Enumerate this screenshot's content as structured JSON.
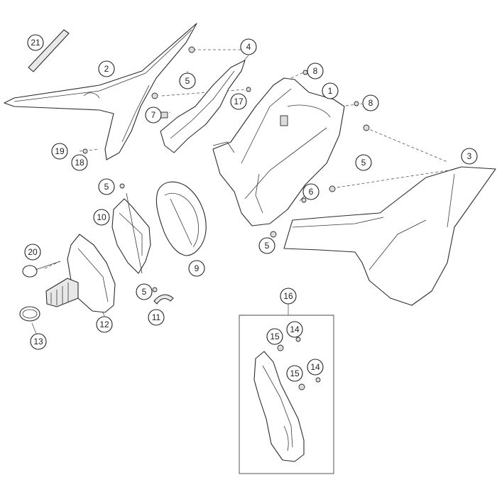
{
  "callouts": [
    {
      "id": "c1",
      "label": "1"
    },
    {
      "id": "c2",
      "label": "2"
    },
    {
      "id": "c3",
      "label": "3"
    },
    {
      "id": "c4",
      "label": "4"
    },
    {
      "id": "c5a",
      "label": "5"
    },
    {
      "id": "c5b",
      "label": "5"
    },
    {
      "id": "c5c",
      "label": "5"
    },
    {
      "id": "c5d",
      "label": "5"
    },
    {
      "id": "c5e",
      "label": "5"
    },
    {
      "id": "c6",
      "label": "6"
    },
    {
      "id": "c7",
      "label": "7"
    },
    {
      "id": "c8a",
      "label": "8"
    },
    {
      "id": "c8b",
      "label": "8"
    },
    {
      "id": "c9",
      "label": "9"
    },
    {
      "id": "c10",
      "label": "10"
    },
    {
      "id": "c11",
      "label": "11"
    },
    {
      "id": "c12",
      "label": "12"
    },
    {
      "id": "c13",
      "label": "13"
    },
    {
      "id": "c14a",
      "label": "14"
    },
    {
      "id": "c14b",
      "label": "14"
    },
    {
      "id": "c15a",
      "label": "15"
    },
    {
      "id": "c15b",
      "label": "15"
    },
    {
      "id": "c16",
      "label": "16"
    },
    {
      "id": "c17",
      "label": "17"
    },
    {
      "id": "c18",
      "label": "18"
    },
    {
      "id": "c19",
      "label": "19"
    },
    {
      "id": "c20",
      "label": "20"
    },
    {
      "id": "c21",
      "label": "21"
    }
  ]
}
